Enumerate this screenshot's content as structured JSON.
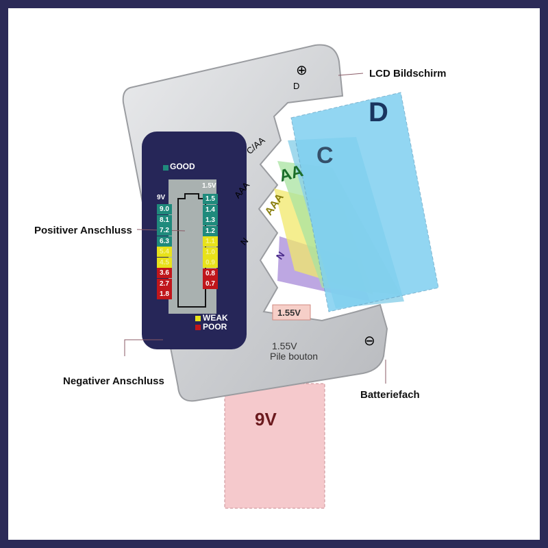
{
  "callouts": {
    "lcd": "LCD Bildschirm",
    "positive": "Positiver Anschluss",
    "negative": "Negativer Anschluss",
    "compartment": "Batteriefach"
  },
  "device": {
    "plus": "⊕",
    "minus": "⊖",
    "slot_d": "D",
    "slot_caa": "C/AA",
    "slot_aaa": "AAA",
    "slot_n": "N",
    "button_cell": "1.55V",
    "button_cell_text": "Pile bouton",
    "good": "GOOD",
    "weak": "WEAK",
    "poor": "POOR",
    "left_header": "9V",
    "right_header": "1.5V",
    "left_scale": [
      "9.0",
      "8.1",
      "7.2",
      "6.3",
      "5.4",
      "4.5",
      "3.6",
      "2.7",
      "1.8"
    ],
    "right_scale": [
      "1.5",
      "1.4",
      "1.3",
      "1.2",
      "1.1",
      "1.0",
      "0.9",
      "0.8",
      "0.7"
    ]
  },
  "cards": {
    "d": "D",
    "c": "C",
    "aa": "AA",
    "aaa": "AAA",
    "n": "N",
    "button": "1.55V",
    "nine": "9V"
  },
  "colors": {
    "good": "#1f8a7c",
    "weak": "#e8e21a",
    "poor": "#c0161b",
    "panel": "#262658",
    "frame": "#2b2a57"
  }
}
